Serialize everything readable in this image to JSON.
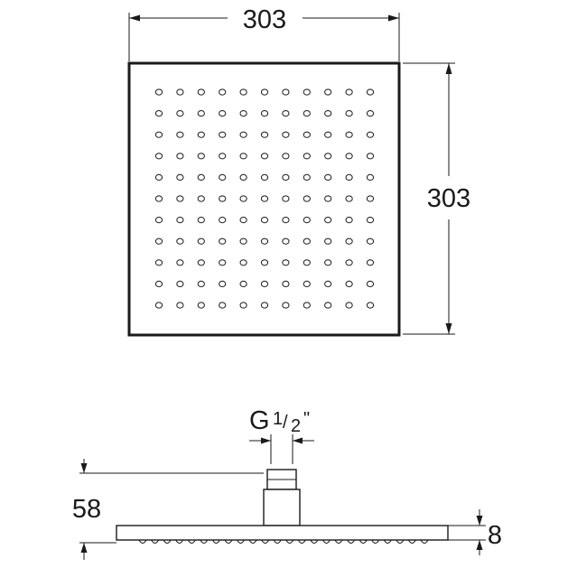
{
  "top_view": {
    "width_label": "303",
    "height_label": "303",
    "nozzle_grid": {
      "rows": 11,
      "cols": 11
    }
  },
  "side_view": {
    "thread_prefix": "G",
    "thread_num": "1",
    "thread_den": "2",
    "thread_suffix": "\"",
    "height_label": "58",
    "thickness_label": "8"
  },
  "colors": {
    "ink": "#1a1a1a",
    "background": "#ffffff"
  }
}
